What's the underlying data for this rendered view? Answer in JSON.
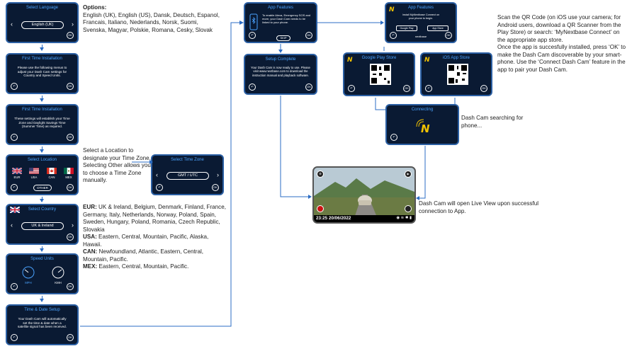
{
  "screens": {
    "select_language": {
      "title": "Select Language",
      "value": "English (UK)"
    },
    "first_time_1": {
      "title": "First Time Installation",
      "text": "Please use the following menus to adjust your Dash Cam settings for Country and Speed Units."
    },
    "first_time_2": {
      "title": "First Time Installation",
      "text": "These settings will establish your Time Zone and Daylight Savings Time (Summer Time) as required."
    },
    "select_location": {
      "title": "Select Location",
      "flags": [
        "EUR",
        "USA",
        "CAN",
        "MEX"
      ],
      "other": "OTHER"
    },
    "select_time_zone": {
      "title": "Select Time Zone",
      "value": "GMT / UTC"
    },
    "select_country": {
      "title": "Select Country",
      "value": "UK & Ireland"
    },
    "speed_units": {
      "title": "Speed Units",
      "mph": "MPH",
      "kmh": "KMH"
    },
    "time_date": {
      "title": "Time & Date Setup",
      "text": "Your Dash Cam will automatically set the time & date when a satellite signal has been received."
    },
    "app_features": {
      "title": "App Features",
      "text": "To enable Alexa, Emergency SOS and more, your Dash Cam needs to be linked to your phone.",
      "skip": "SKIP"
    },
    "setup_complete": {
      "title": "Setup Complete",
      "text": "Your Dash Cam is now ready to use. Please visit www.nextbase.com to download the instruction manual and playback software."
    },
    "app_features_2": {
      "title": "App Features",
      "text": "Install MyNextbase Connect on your phone to begin.",
      "google": "Google Play",
      "apple": "App Store",
      "brand": "nextbase"
    },
    "google_play": {
      "title": "Google Play Store"
    },
    "ios_store": {
      "title": "iOS App Store"
    },
    "connecting": {
      "title": "Connecting"
    },
    "live_view": {
      "timestamp": "23:25 20/06/2022"
    },
    "ok": "OK",
    "back": "↶"
  },
  "options_text": {
    "label": "Options:",
    "body": "English (UK), English (US), Dansk, Deutsch, Espanol, Francais, Italiano, Nederlands, Norsk, Suomi, Svenska, Magyar, Polskie, Romana, Cesky, Slovak"
  },
  "location_note": "Select a Location to designate your Time Zone. Selecting Other allows you to choose a Time Zone manually.",
  "regions": [
    {
      "label": "EUR:",
      "text": "UK & Ireland, Belgium, Denmark, Finland, France, Germany, Italy, Netherlands, Norway, Poland, Spain, Sweden, Hungary, Poland, Romania, Czech Republic, Slovakia"
    },
    {
      "label": "USA:",
      "text": "Eastern, Central, Mountain, Pacific, Alaska, Hawaii."
    },
    {
      "label": "CAN:",
      "text": "Newfoundland, Atlantic, Eastern, Central, Mountain, Pacific."
    },
    {
      "label": "MEX:",
      "text": "Eastern, Central, Mountain, Pacific."
    }
  ],
  "qr_note": "Scan the QR Code (on iOS use your camera; for Android users, download a QR Scanner from the Play Store) or search: ‘MyNextbase Connect’ on the appropriate app store.\nOnce the app is succesfully installed, press ‘OK’ to make the Dash Cam discoverable by your smart-phone. Use the ‘Connect Dash Cam’ feature in the app to pair your Dash Cam.",
  "searching_note": "Dash Cam searching for phone...",
  "liveview_note": "Dash Cam will open Live View upon successful connection to App.",
  "colors": {
    "screen_bg": "#0a1a33",
    "accent": "#4aa3ff",
    "arrow": "#2b6cc4",
    "logo": "#f2c200"
  }
}
